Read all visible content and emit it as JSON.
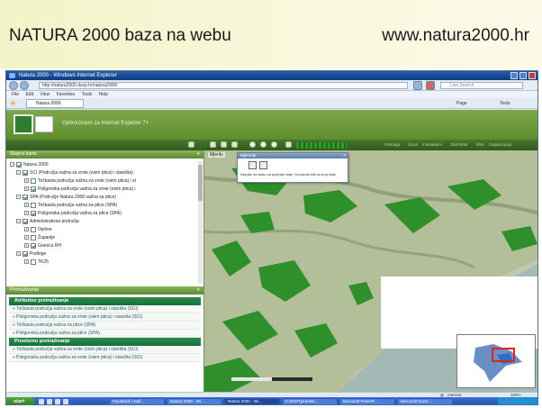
{
  "slide": {
    "title": "NATURA 2000 baza na webu",
    "url": "www.natura2000.hr"
  },
  "browser": {
    "window_title": "Natura 2000 - Windows Internet Explorer",
    "address": "http://natura2000.dzzp.hr/natura2000/",
    "search_placeholder": "Live Search",
    "menu": [
      "File",
      "Edit",
      "View",
      "Favorites",
      "Tools",
      "Help"
    ],
    "tab_label": "Natura 2000",
    "commands": [
      "Page",
      "Tools"
    ]
  },
  "site": {
    "tagline": "Optimizirano za Internet Explorer 7+",
    "top_tabs": [
      "Pretraga",
      "Zoom",
      "Interaktivni",
      "BioPortal",
      "SNA",
      "Organizacija"
    ]
  },
  "layer_panel": {
    "title": "Slojevi karte",
    "items": [
      {
        "label": "Natura 2000",
        "level": 0,
        "checked": true
      },
      {
        "label": "SCI (Područja važna za vrste (osim ptica) i staništa)",
        "level": 1,
        "checked": true
      },
      {
        "label": "Točkasta područja važna za vrste (osim ptica) i st",
        "level": 2,
        "checked": false
      },
      {
        "label": "Poligonska područja važna za vrste (osim ptica) i",
        "level": 2,
        "checked": true
      },
      {
        "label": "SPA (Područje Natura 2000 važna za ptice)",
        "level": 1,
        "checked": true
      },
      {
        "label": "Točkasta područja važna za ptice (SPA)",
        "level": 2,
        "checked": false
      },
      {
        "label": "Poligonska područja važna za ptice (SPA)",
        "level": 2,
        "checked": true
      },
      {
        "label": "Administrativna područja",
        "level": 0,
        "checked": true
      },
      {
        "label": "Općine",
        "level": 1,
        "checked": false
      },
      {
        "label": "Županije",
        "level": 1,
        "checked": false
      },
      {
        "label": "Granica RH",
        "level": 1,
        "checked": true
      },
      {
        "label": "Podloge",
        "level": 0,
        "checked": true
      },
      {
        "label": "TK25",
        "level": 1,
        "checked": false
      }
    ]
  },
  "search_panel": {
    "title": "Pretraživanje",
    "sections": [
      {
        "header": "Atributno pretraživanje",
        "links": [
          "» Točkasta područja važna za vrste (osim ptica) i staništa (SCI)",
          "» Poligonska područja važna za vrste (osim ptica) i staništa (SCI)",
          "» Točkasta područja važna za ptice (SPA)",
          "» Poligonska područja važna za ptice (SPA)"
        ]
      },
      {
        "header": "Prostorno pretraživanje",
        "links": [
          "» Točkasta područja važna za vrste (osim ptica) i staništa (SCI)",
          "» Poligonska područja važna za vrste (osim ptica) i staništa (SCI)"
        ]
      }
    ]
  },
  "map": {
    "label": "Mjerilo",
    "popup": {
      "title": "Mjerenje",
      "text": "Kliknite na kartu za početak linije. Dvostruki klik za kraj linije."
    }
  },
  "status": {
    "left": "",
    "zone": "Internet",
    "zoom": "100%"
  },
  "taskbar": {
    "start": "start",
    "buttons": [
      "Facebook | Naš ...",
      "Natura 2000 - Wi...",
      "Natura 2000 - Wi...",
      "2-2010Tjerankin...",
      "Microsoft PowerP...",
      "Microsoft Excel ..."
    ]
  },
  "colors": {
    "banner": "#f3f6cc",
    "site_green": "#5f8d2d",
    "natura_polygon": "#2f8f2a",
    "result_header": "#1c7a40"
  }
}
